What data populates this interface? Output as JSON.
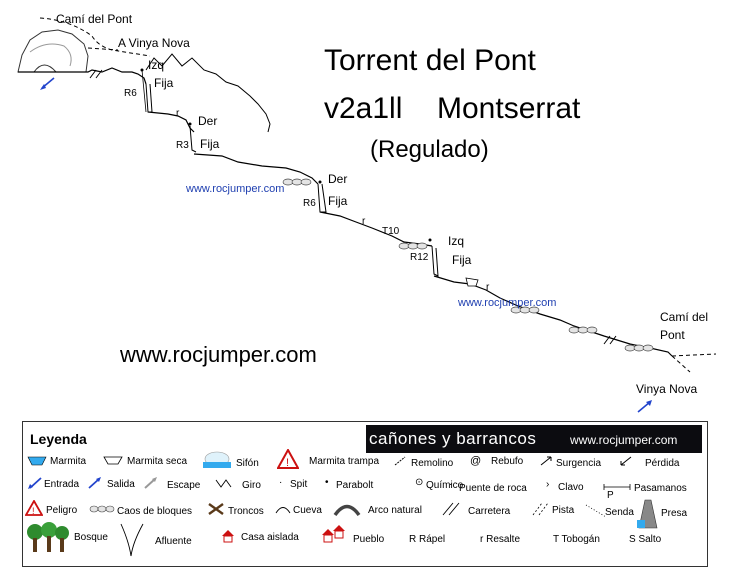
{
  "title": "Torrent del Pont",
  "grade": "v2a1ll",
  "region": "Montserrat",
  "regulated": "(Regulado)",
  "website_main": "www.rocjumper.com",
  "watermarks": [
    "www.rocjumper.com",
    "www.rocjumper.com"
  ],
  "labels": {
    "cami_top": "Camí del Pont",
    "vinya_top": "A Vinya Nova",
    "izq1": "Izq",
    "fija1": "Fija",
    "r6_first": "R6",
    "der1": "Der",
    "fija2": "Fija",
    "r3": "R3",
    "r_small1": "r",
    "der2": "Der",
    "fija3": "Fija",
    "r6_second": "R6",
    "r_small2": "r",
    "t10": "T10",
    "izq2": "Izq",
    "r12": "R12",
    "fija4": "Fija",
    "r_small3": "r",
    "cami_end_line1": "Camí del",
    "cami_end_line2": "Pont",
    "vinya_end": "Vinya Nova"
  },
  "legend": {
    "title": "Leyenda",
    "banner_title": "cañones y barrancos",
    "banner_url": "www.rocjumper.com",
    "row1": [
      "Marmita",
      "Marmita seca",
      "Sifón",
      "Marmita trampa",
      "Remolino",
      "Rebufo",
      "Surgencia",
      "Pérdida"
    ],
    "row2": [
      "Entrada",
      "Salida",
      "Escape",
      "Giro",
      "Spit",
      "Parabolt",
      "Químico",
      "Puente de roca",
      "Clavo",
      "Pasamanos"
    ],
    "row3": [
      "Peligro",
      "Caos de bloques",
      "Troncos",
      "Cueva",
      "Arco natural",
      "Carretera",
      "Pista",
      "Senda",
      "Presa"
    ],
    "row4": [
      "Bosque",
      "Afluente",
      "Casa aislada",
      "Pueblo",
      "R Rápel",
      "r Resalte",
      "T Tobogán",
      "S Salto"
    ],
    "senda_p": "P"
  },
  "colors": {
    "arrow": "#2244cc",
    "website": "#1f3fb0",
    "danger": "#cc1111",
    "water": "#33aaee",
    "forest": "#2e8b2e",
    "banner": "#0c0c10"
  }
}
